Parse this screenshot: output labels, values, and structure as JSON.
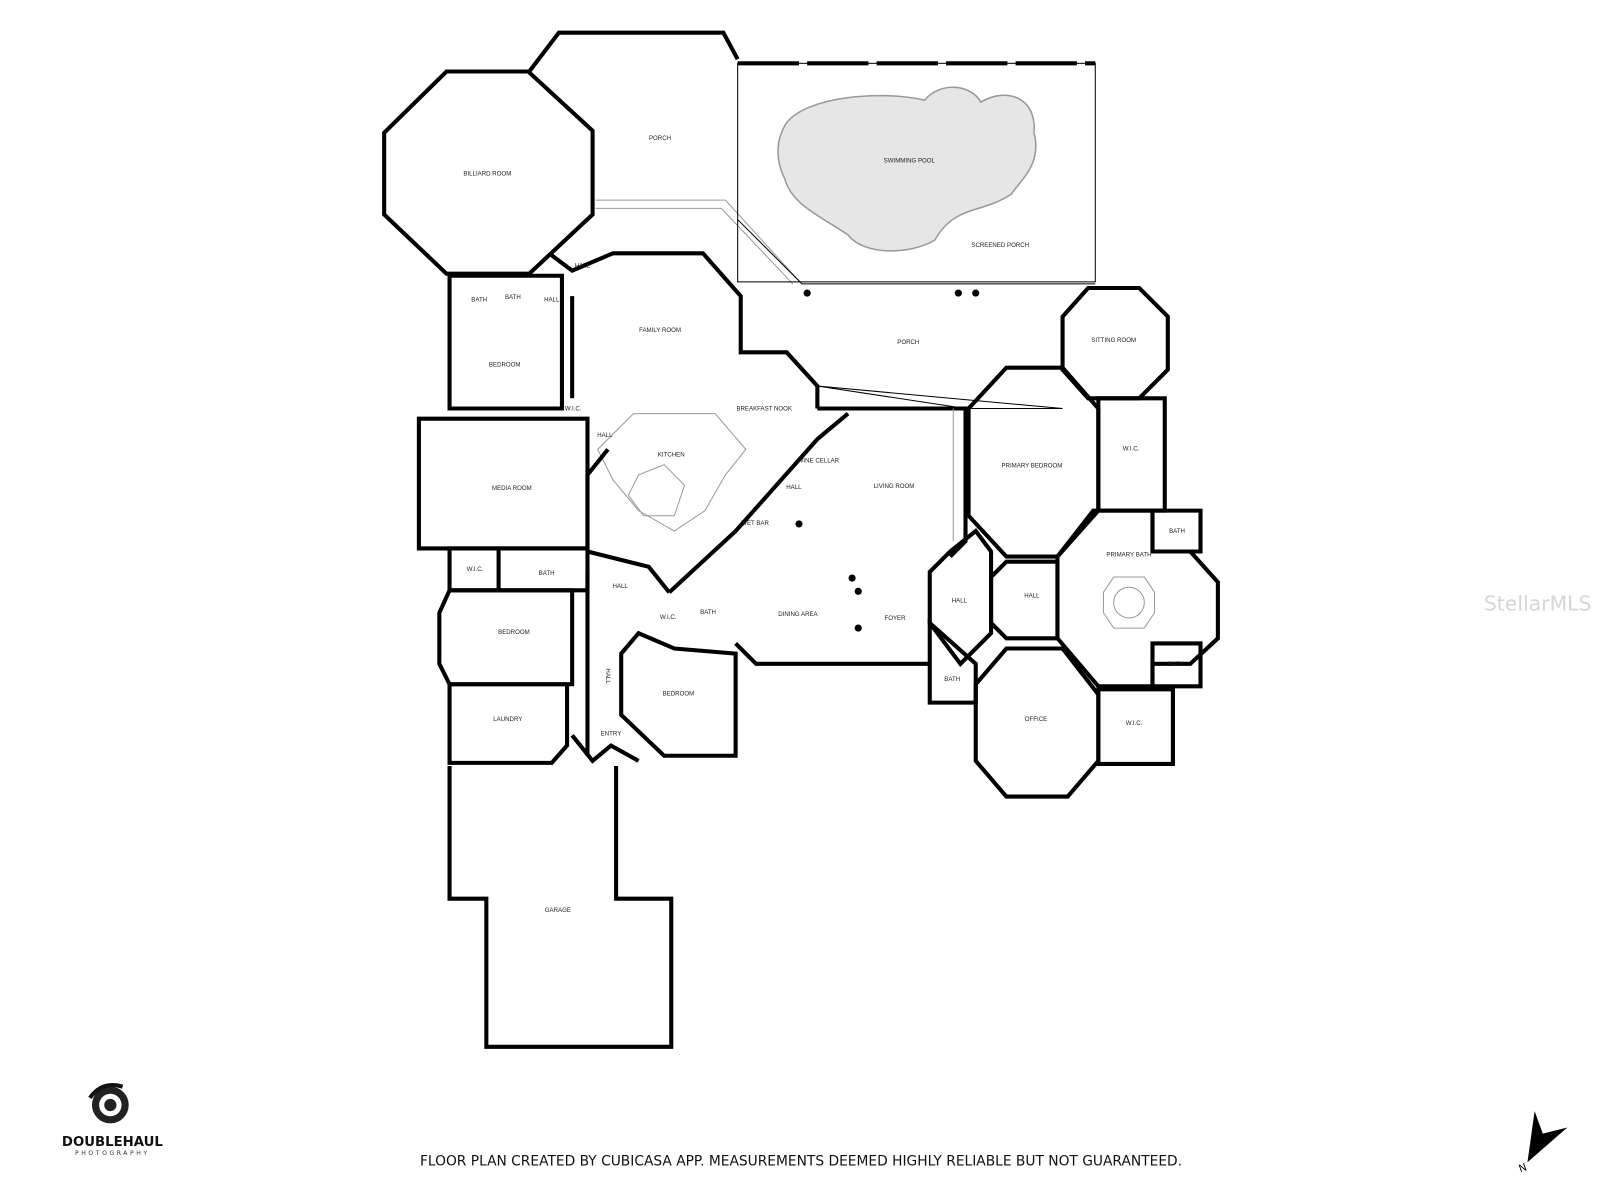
{
  "rooms": {
    "billiard_room": "BILLIARD ROOM",
    "porch_upper": "PORCH",
    "swimming_pool": "SWIMMING POOL",
    "screened_porch": "SCREENED PORCH",
    "hall_1": "HALL",
    "bath_1": "BATH",
    "bath_2": "BATH",
    "hall_2": "HALL",
    "family_room": "FAMILY ROOM",
    "porch_lower": "PORCH",
    "sitting_room": "SITTING ROOM",
    "bedroom_1": "BEDROOM",
    "wic_1": "W.I.C.",
    "breakfast_nook": "BREAKFAST NOOK",
    "hall_3": "HALL",
    "kitchen": "KITCHEN",
    "wine_cellar": "WINE CELLAR",
    "primary_bedroom": "PRIMARY BEDROOM",
    "wic_2": "W.I.C.",
    "media_room": "MEDIA ROOM",
    "living_room": "LIVING ROOM",
    "hall_4": "HALL",
    "wet_bar": "WET BAR",
    "bath_3": "BATH",
    "primary_bath": "PRIMARY BATH",
    "wic_3": "W.I.C.",
    "bath_4": "BATH",
    "hall_5": "HALL",
    "hall_6": "HALL",
    "hall_7": "HALL",
    "wic_4": "W.I.C.",
    "bath_5": "BATH",
    "dining_area": "DINING AREA",
    "foyer": "FOYER",
    "bedroom_2": "BEDROOM",
    "bath_6": "BATH",
    "bath_7": "BATH",
    "hall_8": "HALL",
    "bedroom_3": "BEDROOM",
    "laundry": "LAUNDRY",
    "entry": "ENTRY",
    "office": "OFFICE",
    "wic_5": "W.I.C.",
    "garage": "GARAGE"
  },
  "footer": {
    "disclaimer": "FLOOR PLAN CREATED BY CUBICASA APP. MEASUREMENTS DEEMED HIGHLY RELIABLE BUT NOT GUARANTEED."
  },
  "logo": {
    "name": "DOUBLEHAUL",
    "sub": "PHOTOGRAPHY"
  },
  "watermark": "StellarMLS",
  "compass": {
    "label": "N"
  },
  "colors": {
    "wall": "#000000",
    "pool": "#e6e6e6",
    "background": "#ffffff"
  }
}
